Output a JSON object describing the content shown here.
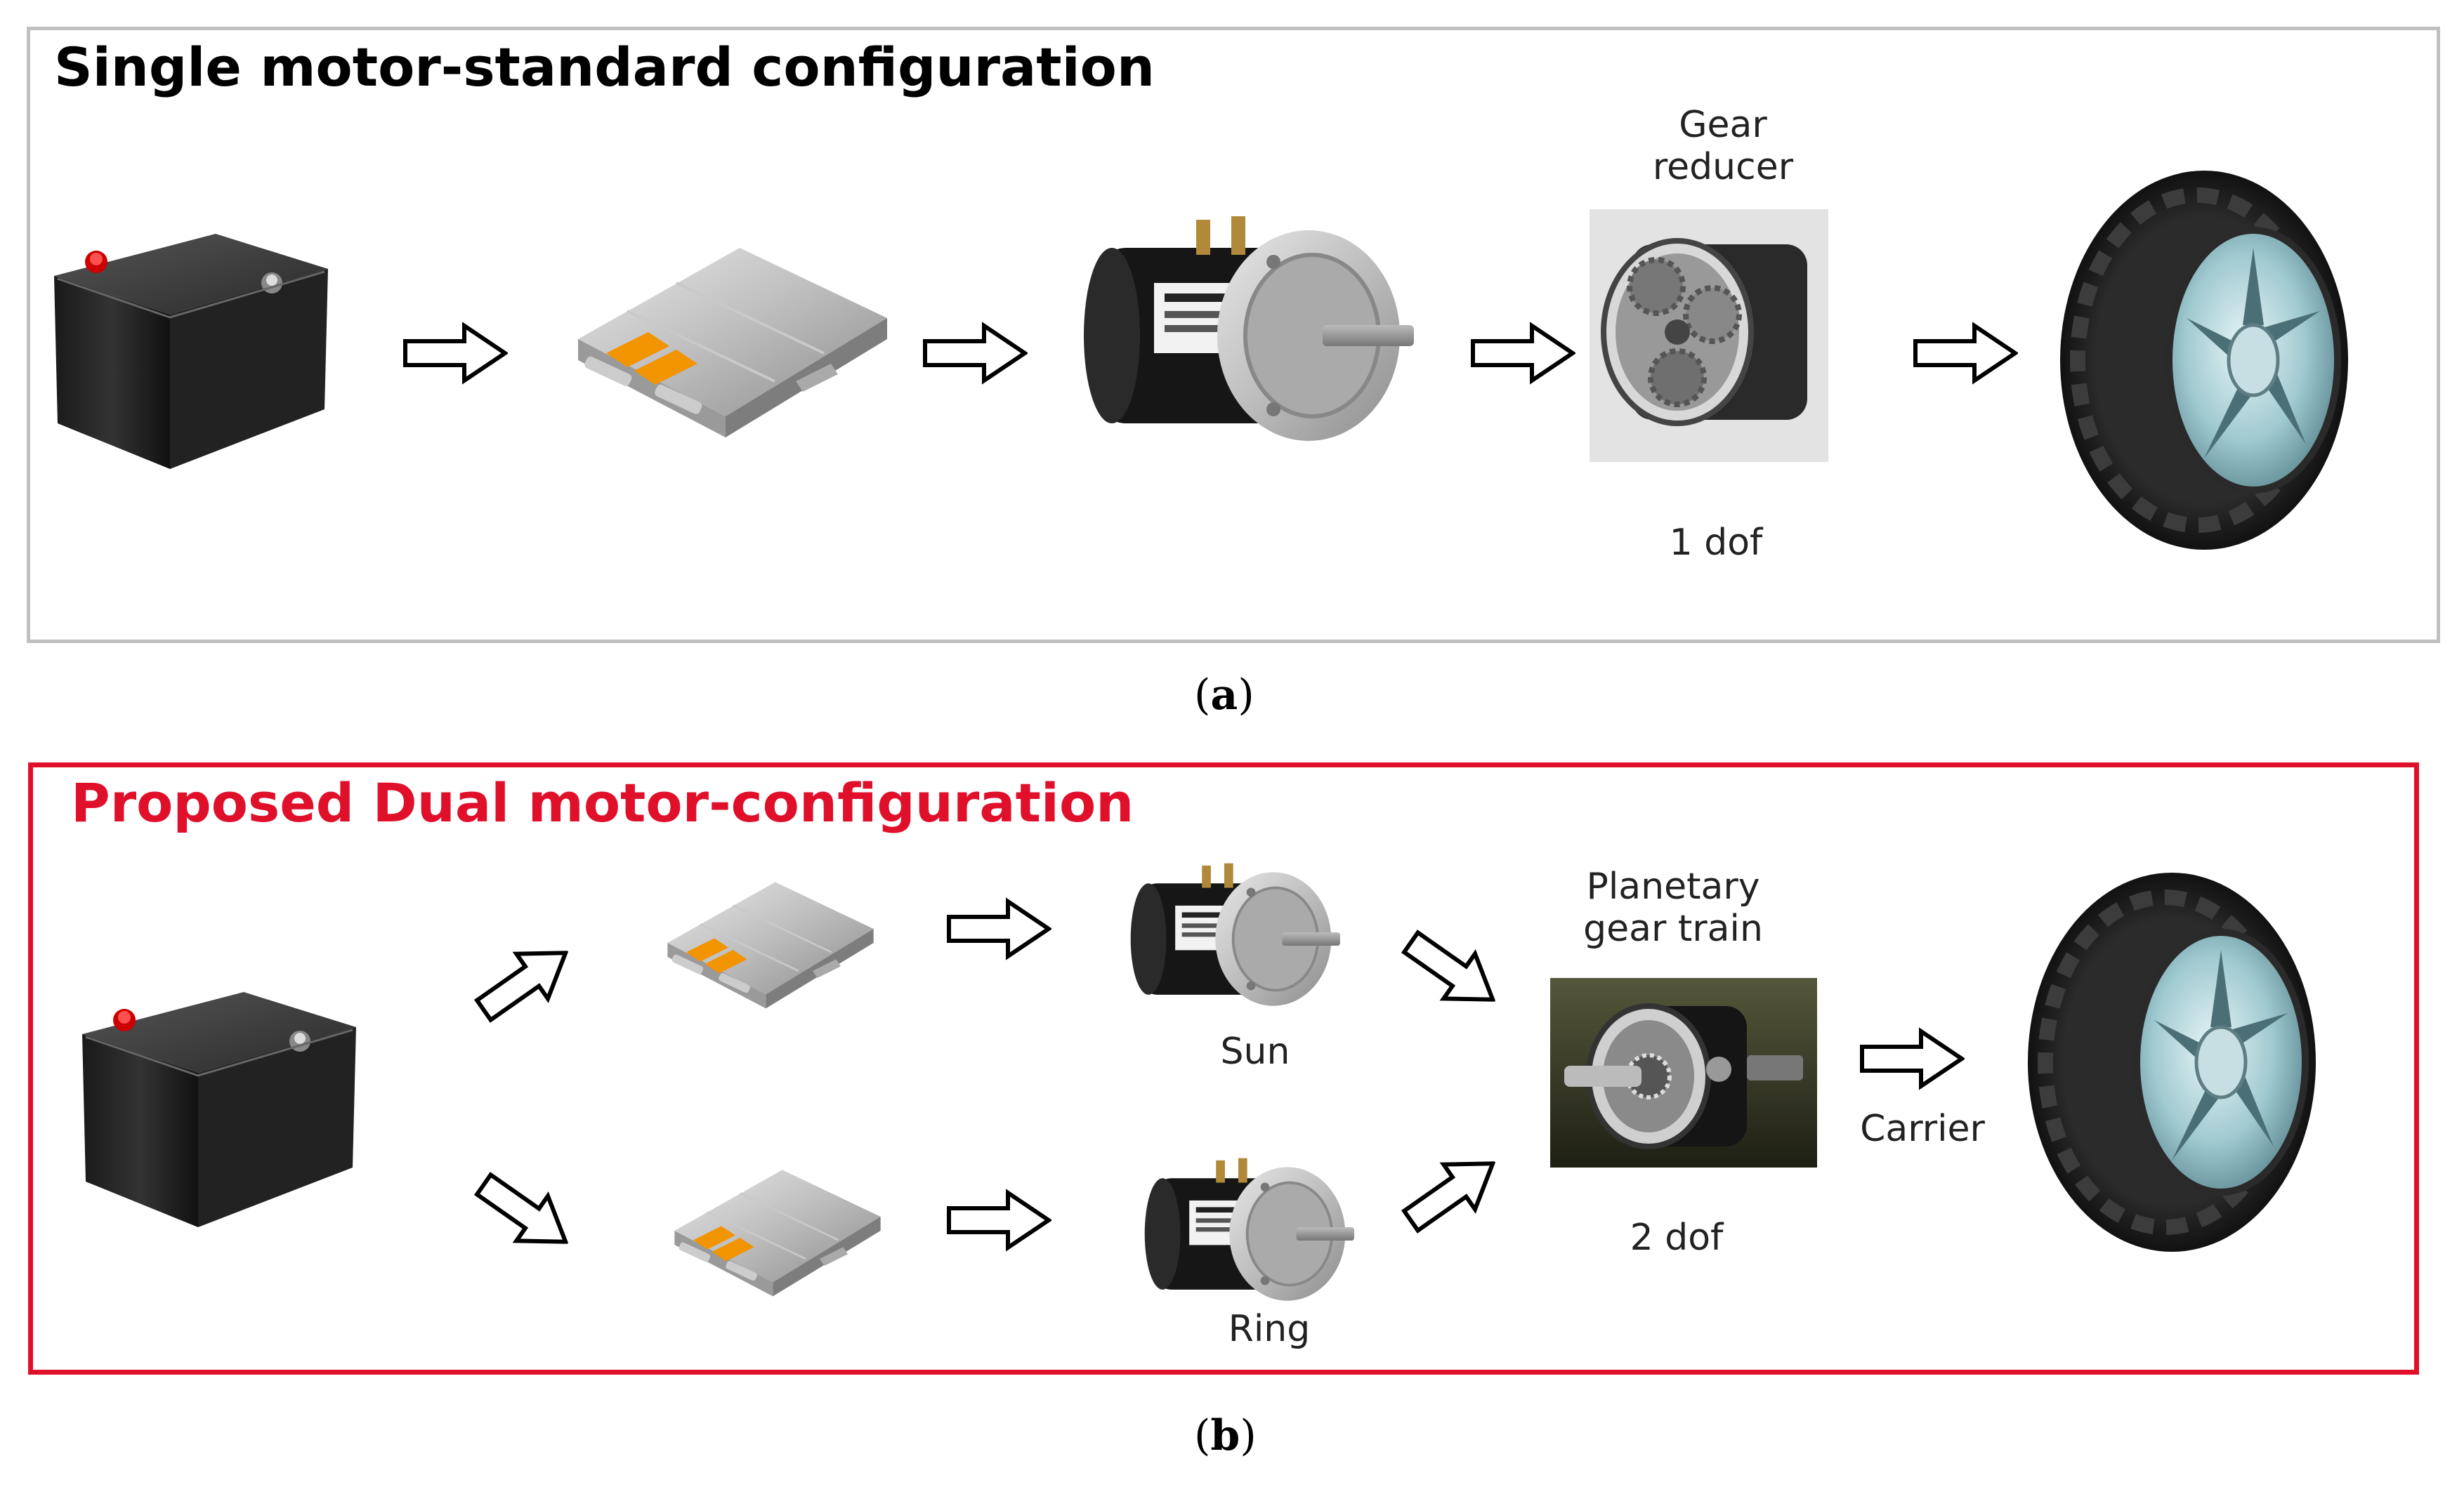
{
  "panel_a": {
    "title": "Single motor-standard configuration",
    "reducer_label_line1": "Gear",
    "reducer_label_line2": "reducer",
    "dof_label": "1 dof",
    "caption_letter": "a"
  },
  "panel_b": {
    "title": "Proposed Dual motor-configuration",
    "gear_label_line1": "Planetary",
    "gear_label_line2": "gear train",
    "sun_label": "Sun",
    "ring_label": "Ring",
    "carrier_label": "Carrier",
    "dof_label": "2 dof",
    "caption_letter": "b"
  },
  "colors": {
    "accent_red": "#e0102a",
    "frame_gray": "#c0c0c0",
    "orange": "#f29400"
  },
  "icons": [
    "battery-icon",
    "inverter-icon",
    "motor-icon",
    "gear-reducer-icon",
    "planetary-gear-icon",
    "wheel-icon",
    "arrow-icon"
  ]
}
